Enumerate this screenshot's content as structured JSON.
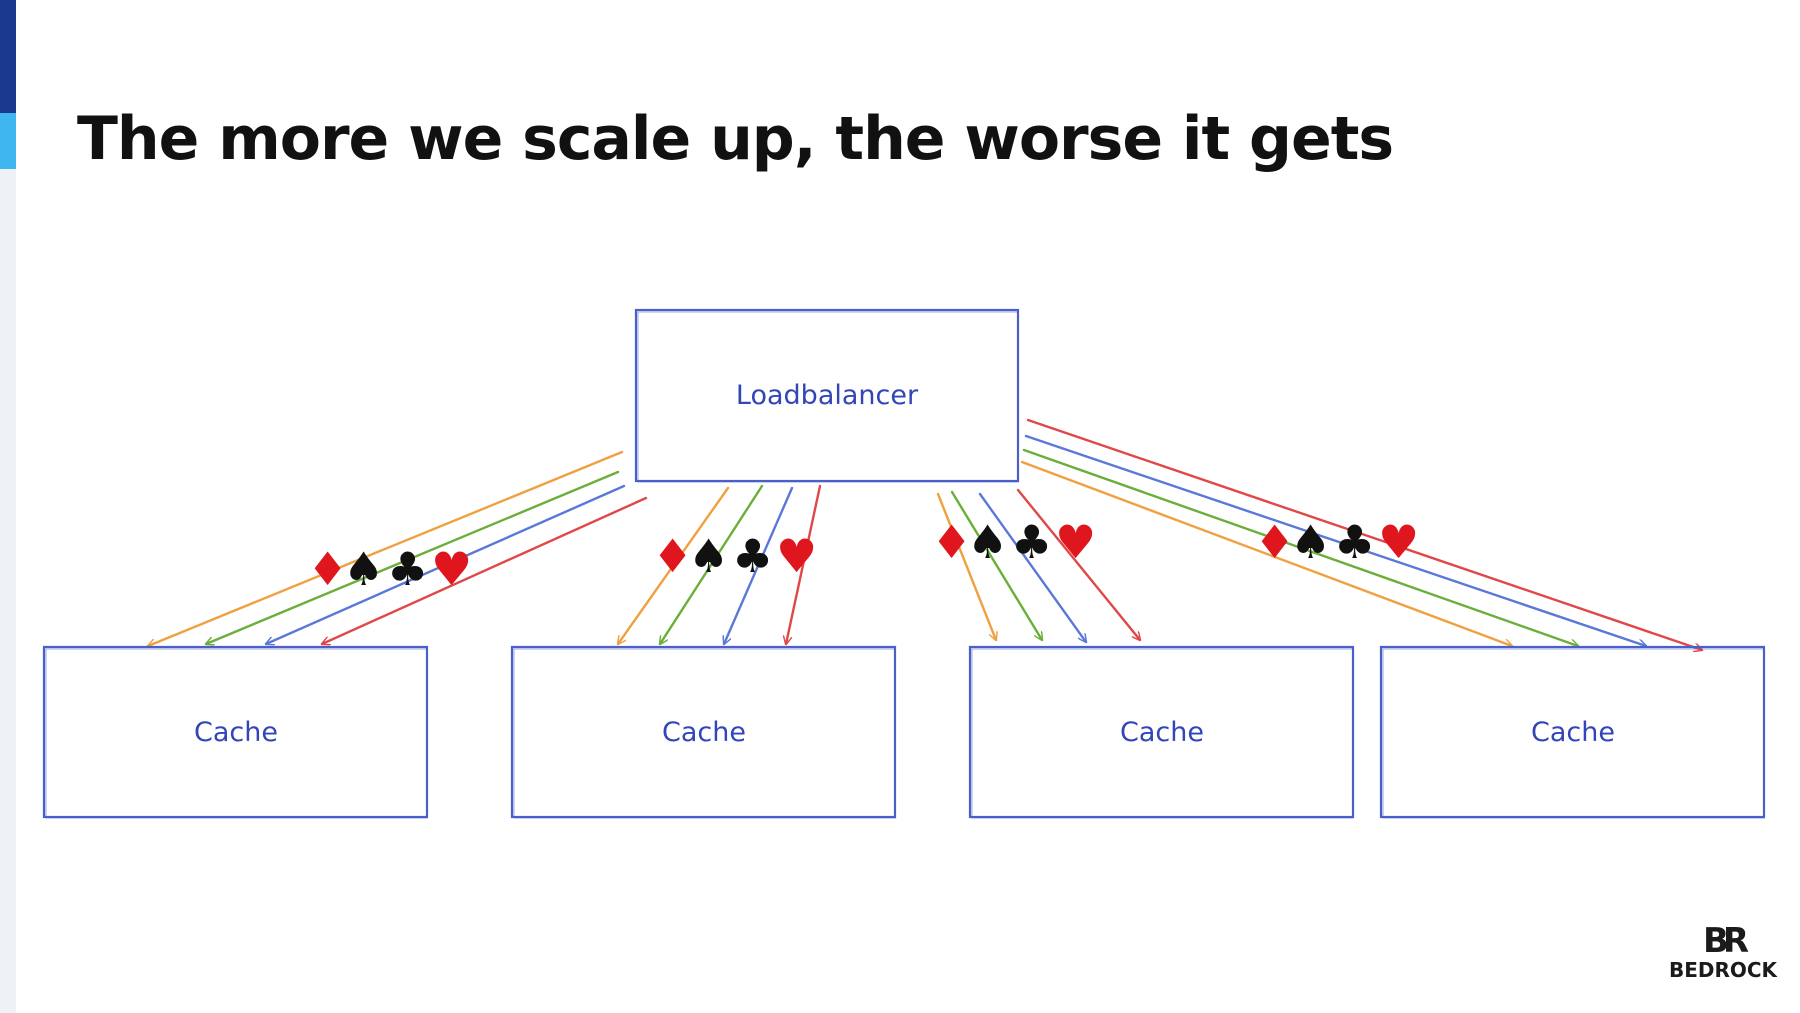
{
  "slide": {
    "title": "The more we scale up, the worse it gets"
  },
  "diagram": {
    "loadbalancer_label": "Loadbalancer",
    "cache_label": "Cache",
    "cache_count": 4,
    "suits": [
      "♦",
      "♠",
      "♣",
      "♥"
    ],
    "suit_colors": [
      "#e0161e",
      "#111111",
      "#111111",
      "#e0161e"
    ],
    "arrow_colors": [
      "#f0a040",
      "#6aaf3a",
      "#5a78d8",
      "#e04848"
    ],
    "box_stroke": "#4a5fc8"
  },
  "logo": {
    "mark": "BR",
    "name": "BEDROCK"
  },
  "colors": {
    "accent_dark": "#1a3a8f",
    "accent_light": "#3fb6ef",
    "rail": "#eef2f4"
  }
}
